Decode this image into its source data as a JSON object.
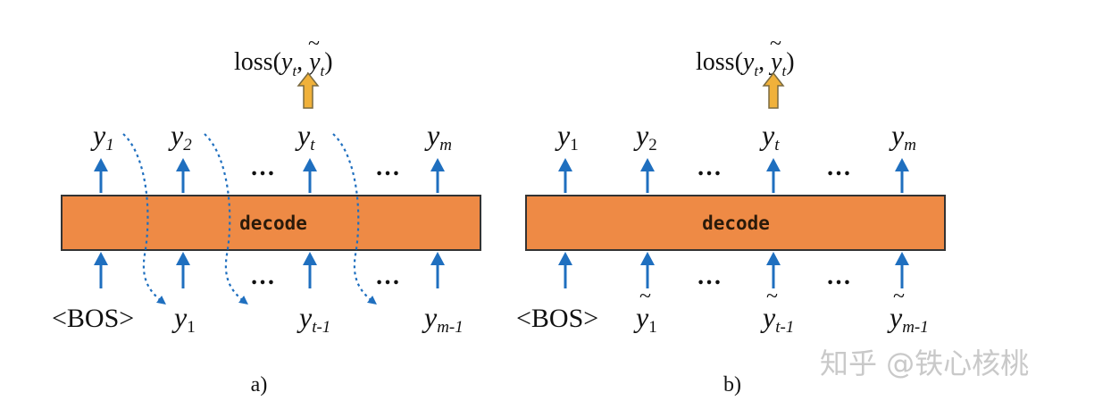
{
  "colors": {
    "decoder_fill": "#ee8a45",
    "decoder_stroke": "#333333",
    "arrow_blue": "#1f6fbf",
    "loss_arrow_fill": "#f0b13a",
    "loss_arrow_stroke": "#7a6a40",
    "watermark": "#c9c9c9"
  },
  "panel_a": {
    "caption": "a)",
    "decoder_label": "decode",
    "loss": {
      "prefix": "loss(",
      "pred": "y",
      "pred_tilde": "~",
      "pred_sub": "t",
      "sep": ", ",
      "target": "y",
      "target_sub": "t",
      "suffix": ")"
    },
    "outputs": [
      {
        "base": "y",
        "sub": "1"
      },
      {
        "base": "y",
        "sub": "2"
      },
      {
        "base": "y",
        "sub": "t"
      },
      {
        "base": "y",
        "sub": "m"
      }
    ],
    "inputs": [
      {
        "text": "<BOS>"
      },
      {
        "base": "y",
        "sub": "1"
      },
      {
        "base": "y",
        "sub": "t-1"
      },
      {
        "base": "y",
        "sub": "m-1"
      }
    ],
    "ellipsis": "…",
    "feedback_arrows": "dotted"
  },
  "panel_b": {
    "caption": "b)",
    "decoder_label": "decode",
    "loss": {
      "prefix": "loss(",
      "pred": "y",
      "pred_tilde": "~",
      "pred_sub": "t",
      "sep": ", ",
      "target": "y",
      "target_sub": "t",
      "suffix": ")"
    },
    "outputs": [
      {
        "base": "y",
        "sub": "1"
      },
      {
        "base": "y",
        "sub": "2"
      },
      {
        "base": "y",
        "sub": "t"
      },
      {
        "base": "y",
        "sub": "m"
      }
    ],
    "inputs": [
      {
        "text": "<BOS>"
      },
      {
        "base": "y",
        "tilde": "~",
        "sub": "1"
      },
      {
        "base": "y",
        "tilde": "~",
        "sub": "t-1"
      },
      {
        "base": "y",
        "tilde": "~",
        "sub": "m-1"
      }
    ],
    "ellipsis": "…"
  },
  "watermark": "知乎 @铁心核桃",
  "icons": {
    "up_arrow": "up-arrow-icon",
    "loss_arrow": "loss-arrow-icon",
    "feedback_arrow": "dotted-curved-arrow-icon"
  }
}
